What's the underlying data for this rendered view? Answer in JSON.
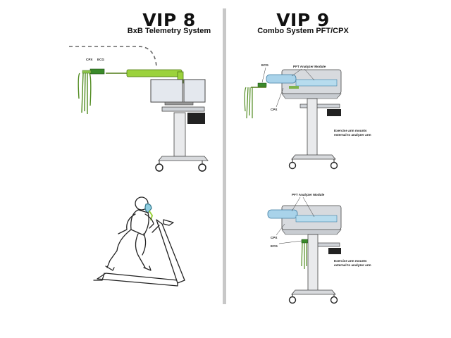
{
  "left": {
    "title": "VIP 8",
    "subtitle": "BxB Telemetry System",
    "labels": {
      "cpx": "CPX",
      "ecg": "ECG"
    }
  },
  "right": {
    "title": "VIP 9",
    "subtitle": "Combo System PFT/CPX",
    "top": {
      "ecg": "ECG",
      "module": "PFT Analyzer Module",
      "cpx": "CPX",
      "note": "Exercise arm mounts external to analyzer arm"
    },
    "bottom": {
      "module": "PFT Analyzer Module",
      "cpx": "CPX",
      "ecg": "ECG",
      "note": "Exercise arm mounts external to analyzer arm"
    }
  },
  "colors": {
    "accent_green": "#9bd23c",
    "divider": "#c8c8c8",
    "monitor": "#e4e8ee",
    "pft_blue": "#a9d3ea"
  }
}
